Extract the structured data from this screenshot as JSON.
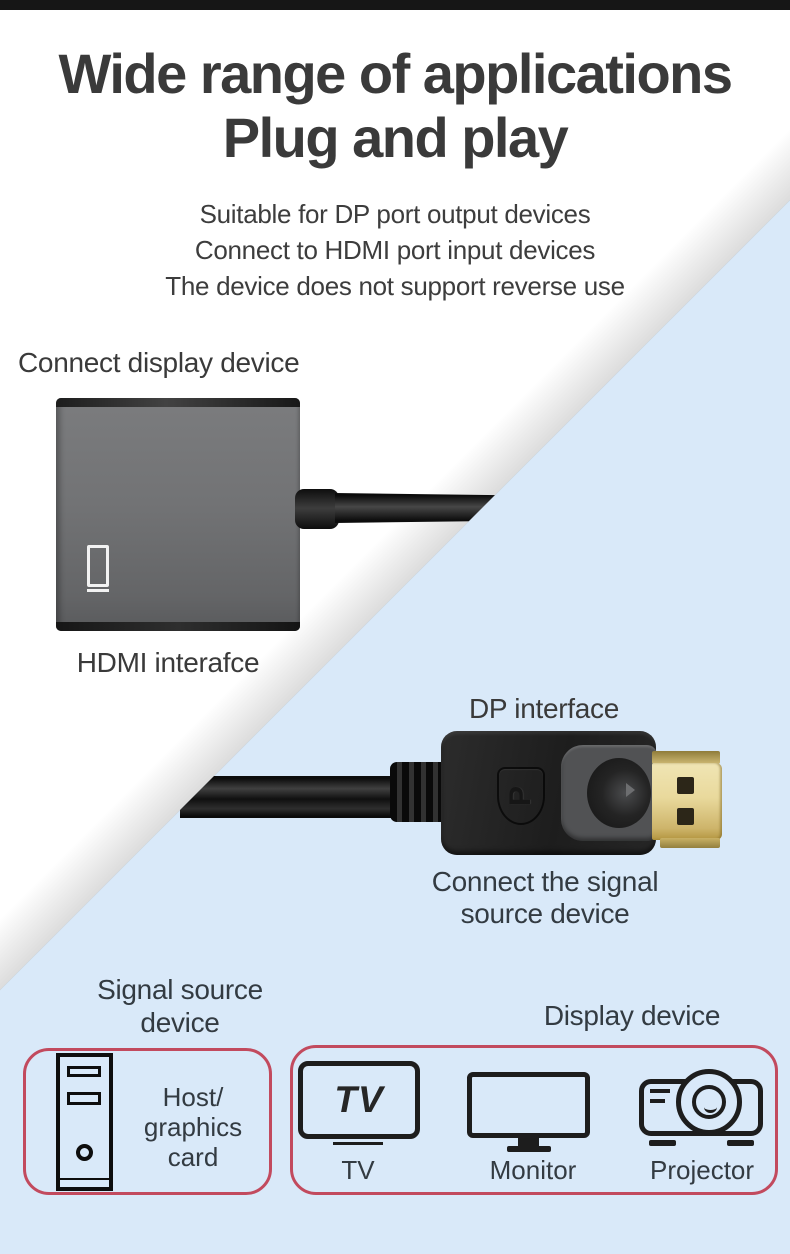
{
  "colors": {
    "top_bar": "#161616",
    "background": "#ffffff",
    "panel_blue": "#d9e9f9",
    "box_border_red": "#c24a5e",
    "text_dark": "#3a3a3a",
    "text_slate": "#333b42",
    "gold_connector": "#e9d99c"
  },
  "header": {
    "title_line1": "Wide range of applications",
    "title_line2": "Plug and play",
    "subtitle_line1": "Suitable for DP port output devices",
    "subtitle_line2": "Connect to HDMI port input devices",
    "subtitle_line3": "The device does not support reverse use"
  },
  "hdmi_section": {
    "label": "Connect display device",
    "caption": "HDMI interafce"
  },
  "dp_section": {
    "label": "DP interface",
    "caption_line1": "Connect the signal",
    "caption_line2": "source device",
    "connector_logo": "P"
  },
  "source_group": {
    "title_line1": "Signal source",
    "title_line2": "device",
    "item_label_line1": "Host/",
    "item_label_line2": "graphics",
    "item_label_line3": "card"
  },
  "display_group": {
    "title": "Display device",
    "items": [
      {
        "icon": "tv-icon",
        "icon_text": "TV",
        "label": "TV"
      },
      {
        "icon": "monitor-icon",
        "label": "Monitor"
      },
      {
        "icon": "projector-icon",
        "label": "Projector"
      }
    ]
  }
}
